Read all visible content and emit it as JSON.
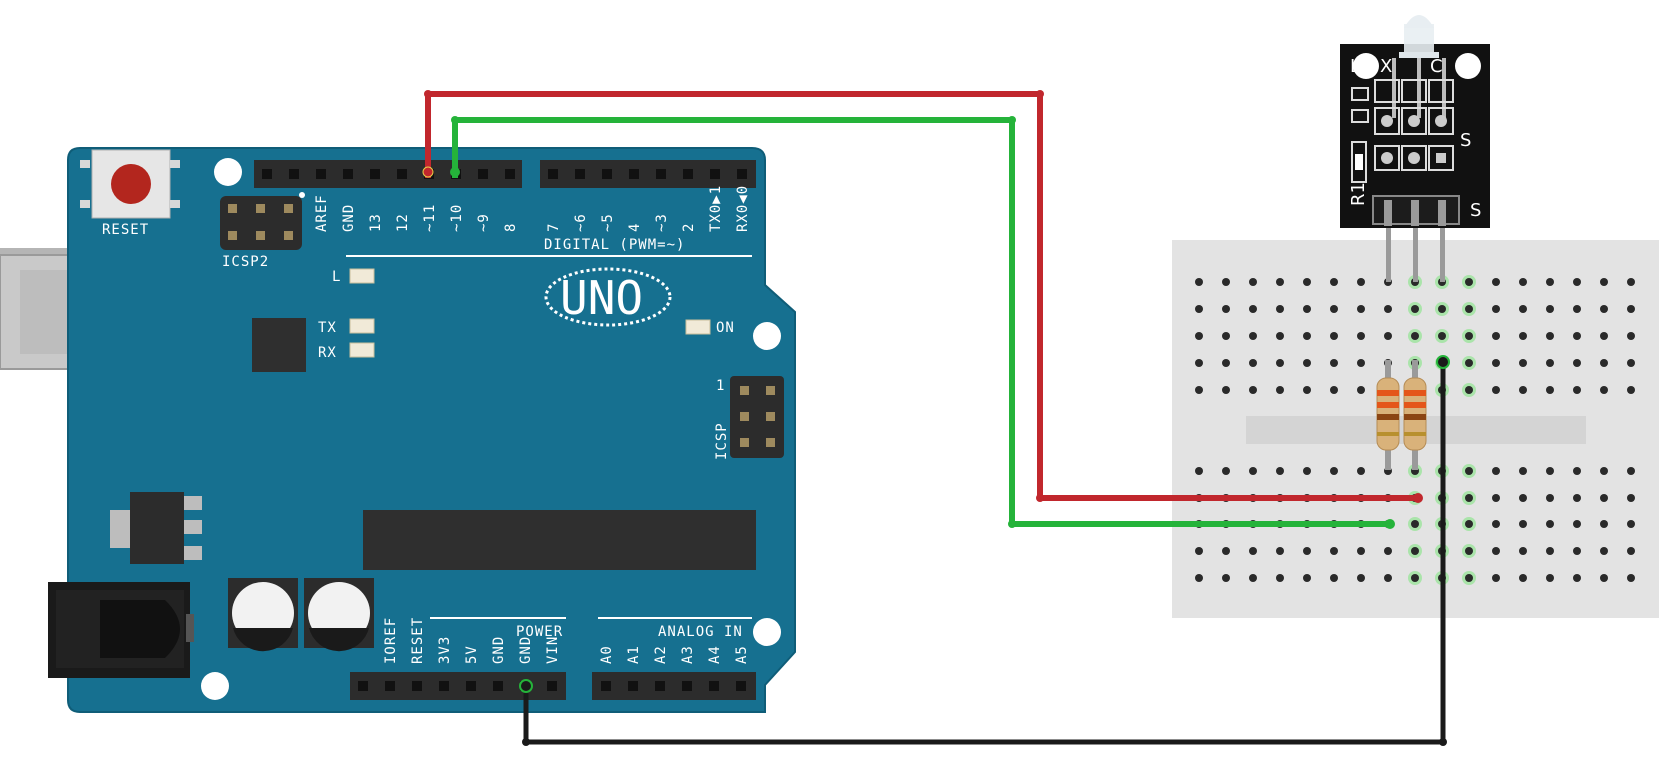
{
  "board": {
    "reset_label": "RESET",
    "icsp2_label": "ICSP2",
    "icsp_label": "ICSP",
    "icsp_pin1": "1",
    "logo": "UNO",
    "led_l": "L",
    "led_tx": "TX",
    "led_rx": "RX",
    "led_on": "ON",
    "digital_label": "DIGITAL (PWM=~)",
    "power_label": "POWER",
    "analog_label": "ANALOG IN",
    "digital_pins_left": [
      "AREF",
      "GND",
      "13",
      "12",
      "~11",
      "~10",
      "~9",
      "8"
    ],
    "digital_pins_right": [
      "7",
      "~6",
      "~5",
      "4",
      "~3",
      "2",
      "TX0▶1",
      "RX0◀0"
    ],
    "power_pins": [
      "IOREF",
      "RESET",
      "3V3",
      "5V",
      "GND",
      "GND",
      "VIN"
    ],
    "analog_pins": [
      "A0",
      "A1",
      "A2",
      "A3",
      "A4",
      "A5"
    ]
  },
  "module": {
    "label_s_top": "S",
    "label_s_bottom": "S",
    "label_l": "L",
    "label_r1": "R1",
    "label_xc": "X",
    "label_c": "C"
  },
  "wires": [
    {
      "name": "wire-red",
      "from": "~11",
      "to": "breadboard",
      "color": "#c1272d"
    },
    {
      "name": "wire-green",
      "from": "~10",
      "to": "breadboard",
      "color": "#25b33a"
    },
    {
      "name": "wire-black",
      "from": "GND",
      "to": "breadboard",
      "color": "#1a1a1a"
    }
  ],
  "colors": {
    "board": "#167090",
    "board_edge": "#0f5d78",
    "header": "#2c2c2c",
    "breadboard": "#e3e3e3",
    "module_pcb": "#111111"
  }
}
